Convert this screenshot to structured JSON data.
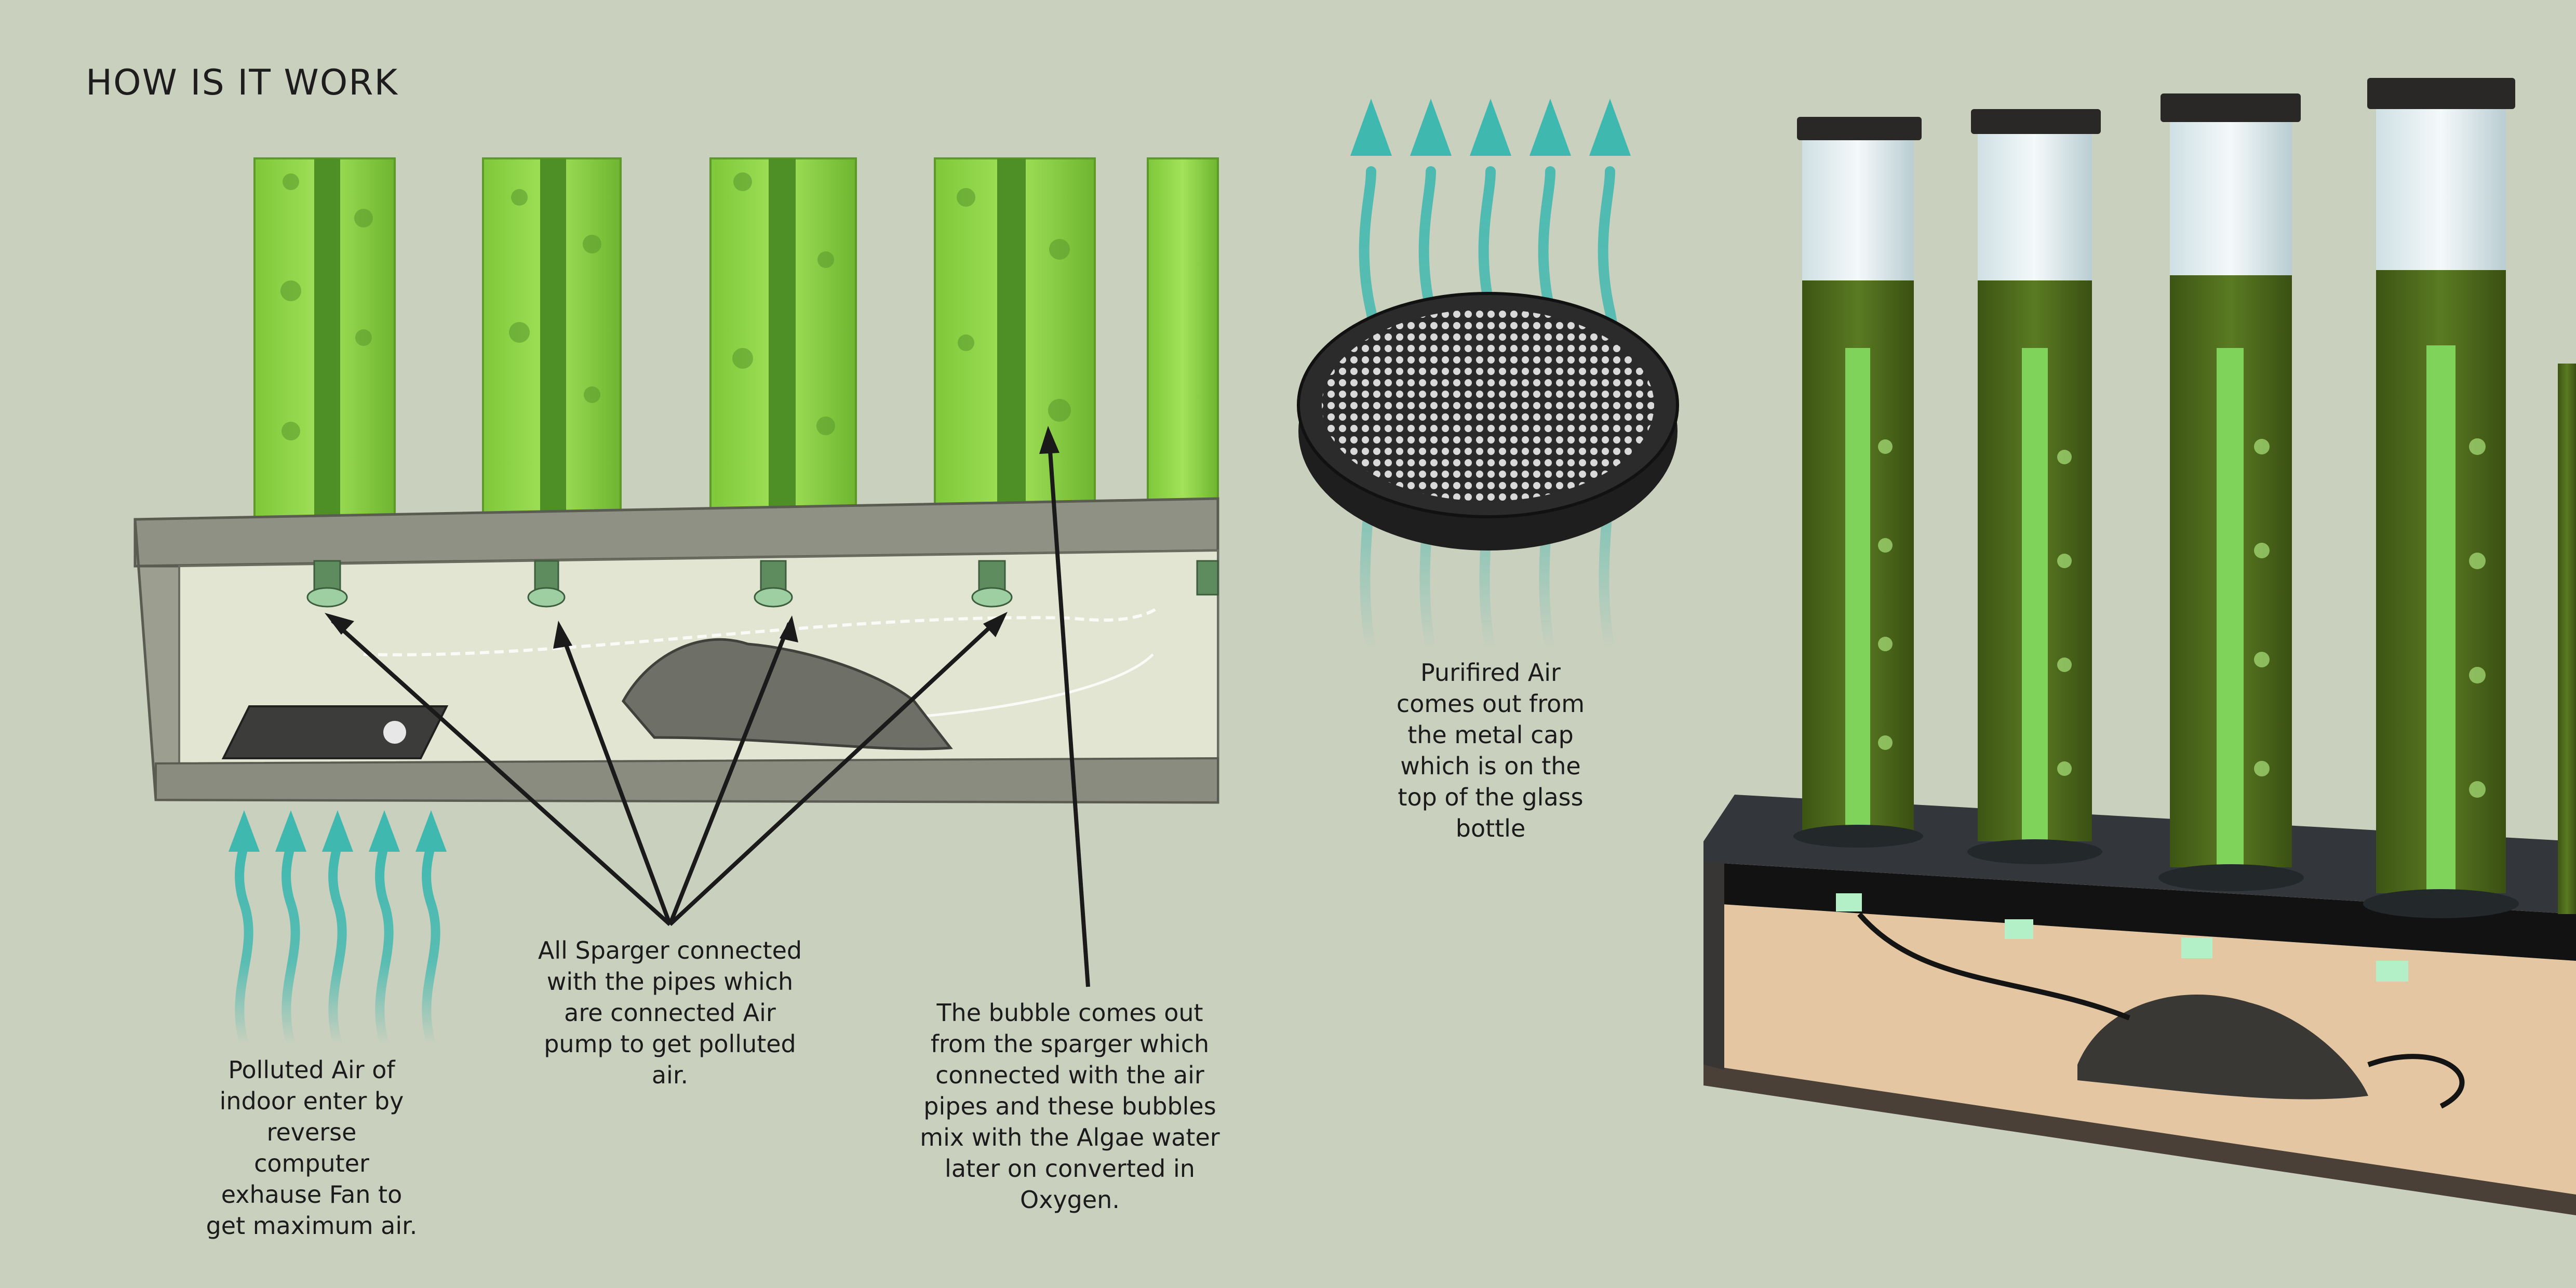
{
  "title": "HOW IS IT WORK",
  "captions": {
    "polluted": [
      "Polluted Air of",
      "indoor enter by",
      "reverse",
      "computer",
      "exhause Fan to",
      "get maximum air."
    ],
    "sparger": [
      "All Sparger connected",
      "with the pipes which",
      "are connected Air",
      "pump to get polluted",
      "air."
    ],
    "bubble": [
      "The bubble comes out",
      "from the sparger which",
      "connected with the air",
      "pipes and these bubbles",
      "mix with the Algae water",
      "later on converted in",
      "Oxygen."
    ],
    "purified": [
      "Purifired Air",
      "comes out from",
      "the metal cap",
      "which is on the",
      "top of the glass",
      "bottle"
    ]
  },
  "colors": {
    "background": "#c9d0be",
    "algae_green": "#8fd64a",
    "air_arrow_teal": "#3fb8b0",
    "algae_water": "#4f6a1e",
    "base_dark": "#2e3236"
  },
  "icons": [
    "polluted-air-arrows",
    "purified-air-arrows",
    "pointer-arrows",
    "metal-mesh-cap",
    "air-pump",
    "exhaust-fan"
  ]
}
